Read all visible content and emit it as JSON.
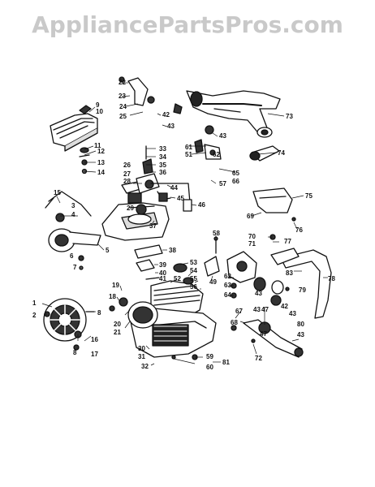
{
  "watermark": "AppliancePartsPros.com",
  "callouts": [
    {
      "id": "22",
      "text": "22"
    },
    {
      "id": "23",
      "text": "23"
    },
    {
      "id": "24",
      "text": "24"
    },
    {
      "id": "25",
      "text": "25"
    },
    {
      "id": "42a",
      "text": "42"
    },
    {
      "id": "43a",
      "text": "43"
    },
    {
      "id": "9",
      "text": "9"
    },
    {
      "id": "10",
      "text": "10"
    },
    {
      "id": "73",
      "text": "73"
    },
    {
      "id": "11",
      "text": "11"
    },
    {
      "id": "12",
      "text": "12"
    },
    {
      "id": "13",
      "text": "13"
    },
    {
      "id": "14",
      "text": "14"
    },
    {
      "id": "33",
      "text": "33"
    },
    {
      "id": "34",
      "text": "34"
    },
    {
      "id": "35",
      "text": "35"
    },
    {
      "id": "36",
      "text": "36"
    },
    {
      "id": "26",
      "text": "26"
    },
    {
      "id": "27",
      "text": "27"
    },
    {
      "id": "28",
      "text": "28"
    },
    {
      "id": "29",
      "text": "29"
    },
    {
      "id": "44",
      "text": "44"
    },
    {
      "id": "45",
      "text": "45"
    },
    {
      "id": "46",
      "text": "46"
    },
    {
      "id": "43b",
      "text": "43"
    },
    {
      "id": "61",
      "text": "61"
    },
    {
      "id": "51",
      "text": "51"
    },
    {
      "id": "62a",
      "text": "62"
    },
    {
      "id": "74",
      "text": "74"
    },
    {
      "id": "65",
      "text": "65"
    },
    {
      "id": "66",
      "text": "66"
    },
    {
      "id": "57",
      "text": "57"
    },
    {
      "id": "75",
      "text": "75"
    },
    {
      "id": "15",
      "text": "15"
    },
    {
      "id": "3",
      "text": "3"
    },
    {
      "id": "4",
      "text": "4"
    },
    {
      "id": "37",
      "text": "37"
    },
    {
      "id": "69",
      "text": "69"
    },
    {
      "id": "76",
      "text": "76"
    },
    {
      "id": "6",
      "text": "6"
    },
    {
      "id": "5",
      "text": "5"
    },
    {
      "id": "7",
      "text": "7"
    },
    {
      "id": "38",
      "text": "38"
    },
    {
      "id": "58",
      "text": "58"
    },
    {
      "id": "70",
      "text": "70"
    },
    {
      "id": "71",
      "text": "71"
    },
    {
      "id": "77",
      "text": "77"
    },
    {
      "id": "39",
      "text": "39"
    },
    {
      "id": "40",
      "text": "40"
    },
    {
      "id": "41",
      "text": "41"
    },
    {
      "id": "53",
      "text": "53"
    },
    {
      "id": "54",
      "text": "54"
    },
    {
      "id": "55",
      "text": "55"
    },
    {
      "id": "56",
      "text": "56"
    },
    {
      "id": "49",
      "text": "49"
    },
    {
      "id": "62b",
      "text": "62"
    },
    {
      "id": "63",
      "text": "63"
    },
    {
      "id": "64",
      "text": "64"
    },
    {
      "id": "83",
      "text": "83"
    },
    {
      "id": "78",
      "text": "78"
    },
    {
      "id": "52",
      "text": "52"
    },
    {
      "id": "19",
      "text": "19"
    },
    {
      "id": "18",
      "text": "18"
    },
    {
      "id": "43c",
      "text": "43"
    },
    {
      "id": "47a",
      "text": "47"
    },
    {
      "id": "42b",
      "text": "42"
    },
    {
      "id": "79",
      "text": "79"
    },
    {
      "id": "43d",
      "text": "43"
    },
    {
      "id": "1",
      "text": "1"
    },
    {
      "id": "2",
      "text": "2"
    },
    {
      "id": "8a",
      "text": "8"
    },
    {
      "id": "20",
      "text": "20"
    },
    {
      "id": "21",
      "text": "21"
    },
    {
      "id": "67",
      "text": "67"
    },
    {
      "id": "68",
      "text": "68"
    },
    {
      "id": "43e",
      "text": "43"
    },
    {
      "id": "47b",
      "text": "47"
    },
    {
      "id": "80",
      "text": "80"
    },
    {
      "id": "43f",
      "text": "43"
    },
    {
      "id": "16",
      "text": "16"
    },
    {
      "id": "17",
      "text": "17"
    },
    {
      "id": "8b",
      "text": "8"
    },
    {
      "id": "30",
      "text": "30"
    },
    {
      "id": "31",
      "text": "31"
    },
    {
      "id": "32",
      "text": "32"
    },
    {
      "id": "59",
      "text": "59"
    },
    {
      "id": "60",
      "text": "60"
    },
    {
      "id": "81",
      "text": "81"
    },
    {
      "id": "72",
      "text": "72"
    }
  ]
}
